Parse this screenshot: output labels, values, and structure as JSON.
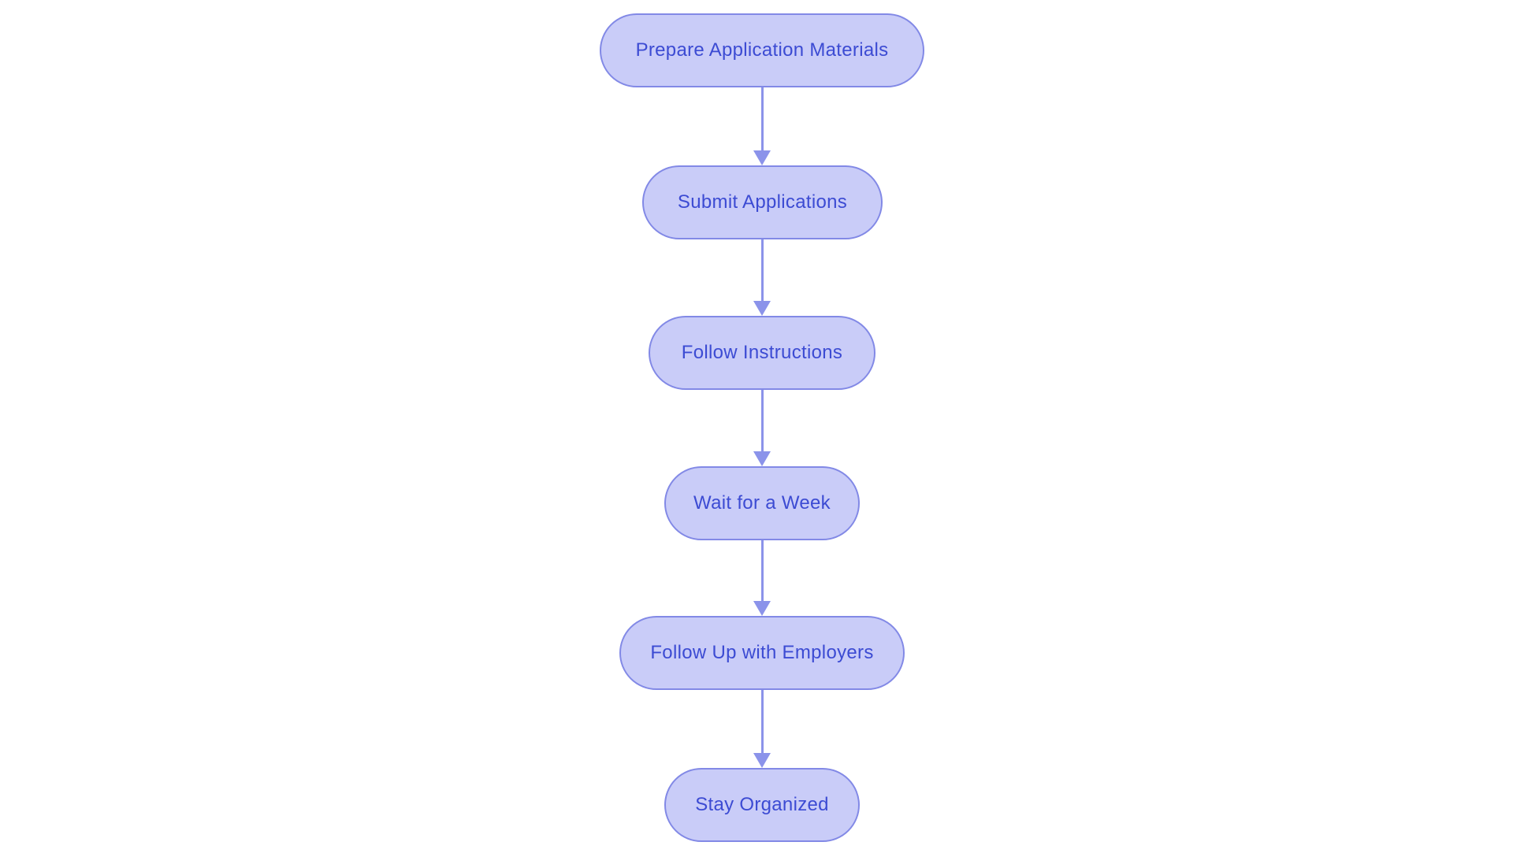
{
  "diagram": {
    "type": "flowchart",
    "direction": "top-down",
    "nodes": [
      {
        "id": 1,
        "label": "Prepare Application Materials"
      },
      {
        "id": 2,
        "label": "Submit Applications"
      },
      {
        "id": 3,
        "label": "Follow Instructions"
      },
      {
        "id": 4,
        "label": "Wait for a Week"
      },
      {
        "id": 5,
        "label": "Follow Up with Employers"
      },
      {
        "id": 6,
        "label": "Stay Organized"
      }
    ],
    "edges": [
      {
        "from": 1,
        "to": 2
      },
      {
        "from": 2,
        "to": 3
      },
      {
        "from": 3,
        "to": 4
      },
      {
        "from": 4,
        "to": 5
      },
      {
        "from": 5,
        "to": 6
      }
    ]
  },
  "colors": {
    "node-fill": "#c9ccf8",
    "node-border": "#8289e6",
    "node-text": "#3c4bd3",
    "arrow": "#8b93ea",
    "background": "#ffffff"
  }
}
